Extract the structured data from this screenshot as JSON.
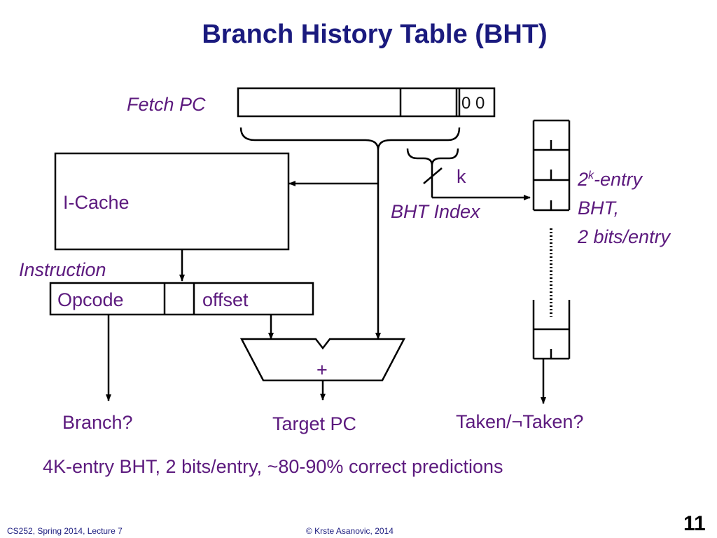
{
  "title": "Branch History Table (BHT)",
  "labels": {
    "fetch_pc": "Fetch PC",
    "pc_low_bits": "0 0",
    "k": "k",
    "bht_index": "BHT Index",
    "icache": "I-Cache",
    "instruction": "Instruction",
    "opcode": "Opcode",
    "offset": "offset",
    "adder": "+",
    "branch_q": "Branch?",
    "target_pc": "Target PC",
    "taken": "Taken/¬Taken?",
    "bht_base": "2",
    "bht_sup": "k",
    "bht_line1_rest": "-entry",
    "bht_line2": "BHT,",
    "bht_line3": "2 bits/entry"
  },
  "summary": "4K-entry BHT, 2 bits/entry, ~80-90% correct predictions",
  "footer": {
    "course": "CS252, Spring 2014, Lecture 7",
    "copyright": "© Krste Asanovic, 2014",
    "page": "11"
  },
  "colors": {
    "title": "#1a1a7e",
    "annotation": "#5c1a7e",
    "lines": "#000000"
  }
}
